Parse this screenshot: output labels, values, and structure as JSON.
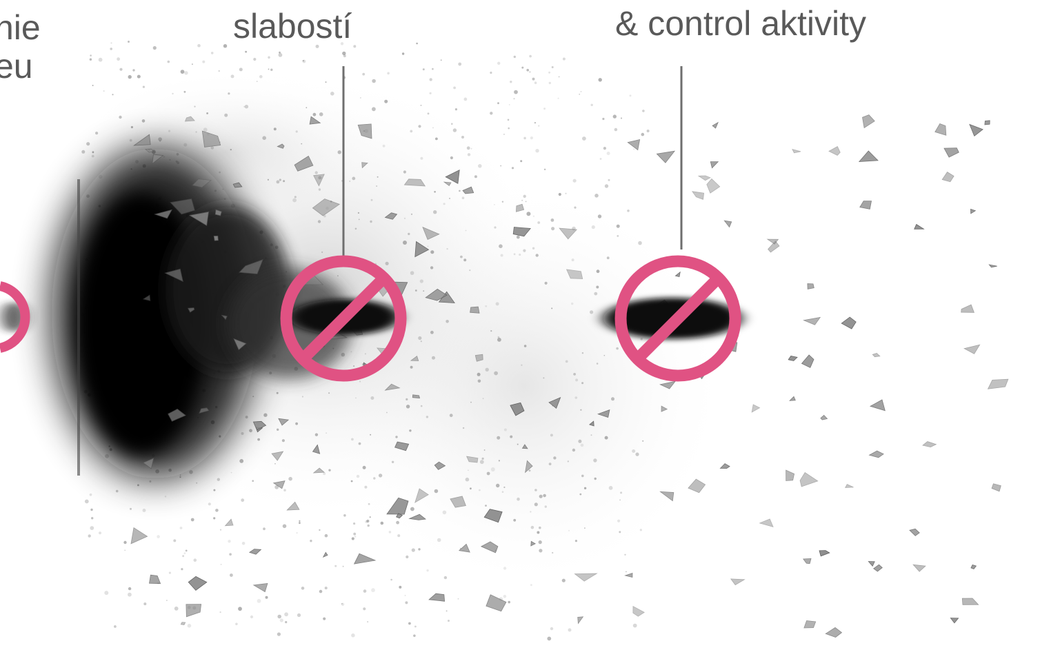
{
  "labels": {
    "left": {
      "line1": "nie",
      "line2": "eu"
    },
    "middle": {
      "line1": "slabostí"
    },
    "right": {
      "line1": "& control aktivity"
    }
  },
  "colors": {
    "text": "#595959",
    "connector": "#6e6e6e",
    "prohibition_sign": "#e05283",
    "smoke": "#111111",
    "fragments": "#8a8a8a"
  },
  "icons": {
    "blocked_sign": "no-entry-circle-slash",
    "bullet": "bullet-motion-blur"
  }
}
